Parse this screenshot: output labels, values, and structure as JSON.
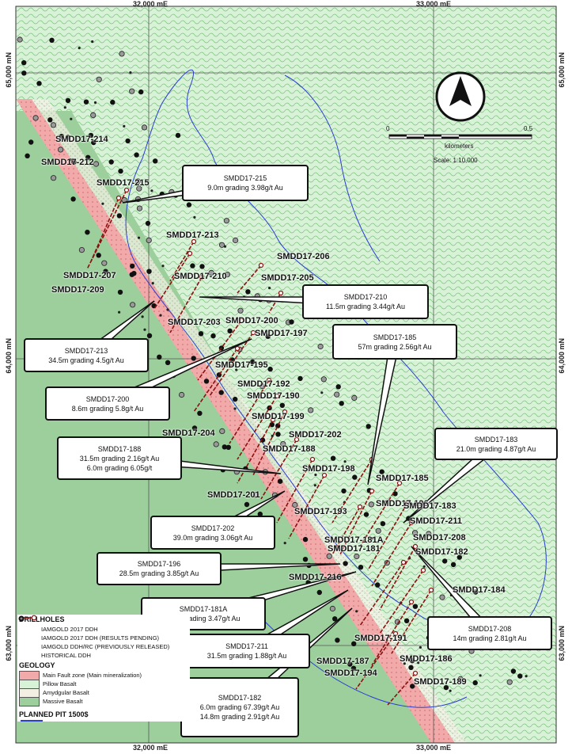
{
  "map": {
    "grid_labels": {
      "top_e1": "32,000 mE",
      "top_e2": "33,000 mE",
      "bottom_e1": "32,000 mE",
      "bottom_e2": "33,000 mE",
      "left_n1": "65,000 mN",
      "left_n2": "64,000 mN",
      "left_n3": "63,000 mN",
      "right_n1": "65,000 mN",
      "right_n2": "64,000 mN",
      "right_n3": "63,000 mN"
    },
    "north_arrow": "N",
    "scale": {
      "min": "0",
      "max": "0.5",
      "unit": "kilometers",
      "ratio": "Scale: 1:10,000"
    },
    "colors": {
      "pillow_basalt": "#d7f2d7",
      "massive_basalt": "#9ccf9c",
      "fault_zone": "#f2a9a9",
      "pit_outline": "#2a3fcf",
      "trace": "#8b1010"
    },
    "holes": [
      "SMDD17-214",
      "SMDD17-212",
      "SMDD17-215",
      "SMDD17-213",
      "SMDD17-207",
      "SMDD17-209",
      "SMDD17-210",
      "SMDD17-206",
      "SMDD17-205",
      "SMDD17-203",
      "SMDD17-200",
      "SMDD17-197",
      "SMDD17-195",
      "SMDD17-192",
      "SMDD17-190",
      "SMDD17-199",
      "SMDD17-204",
      "SMDD17-202",
      "SMDD17-188",
      "SMDD17-198",
      "SMDD17-201",
      "SMDD17-193",
      "SMDD17-185",
      "SMDD17-196",
      "SMDD17-183",
      "SMDD17-211",
      "SMDD17-181A",
      "SMDD17-208",
      "SMDD17-181",
      "SMDD17-182",
      "SMDD17-216",
      "SMDD17-184",
      "SMDD17-191",
      "SMDD17-187",
      "SMDD17-194",
      "SMDD17-186",
      "SMDD17-189"
    ],
    "callouts": [
      {
        "id": "SMDD17-215",
        "lines": [
          "SMDD17-215",
          "9.0m grading 3.98g/t Au"
        ]
      },
      {
        "id": "SMDD17-210",
        "lines": [
          "SMDD17-210",
          "11.5m grading 3.44g/t Au"
        ]
      },
      {
        "id": "SMDD17-185",
        "lines": [
          "SMDD17-185",
          "57m grading 2.56g/t Au"
        ]
      },
      {
        "id": "SMDD17-213",
        "lines": [
          "SMDD17-213",
          "34.5m grading 4.5g/t Au"
        ]
      },
      {
        "id": "SMDD17-200",
        "lines": [
          "SMDD17-200",
          "8.6m grading 5.8g/t Au"
        ]
      },
      {
        "id": "SMDD17-183",
        "lines": [
          "SMDD17-183",
          "21.0m grading 4.87g/t Au"
        ]
      },
      {
        "id": "SMDD17-188",
        "lines": [
          "SMDD17-188",
          "31.5m grading 2.16g/t Au",
          "6.0m grading 6.05g/t"
        ]
      },
      {
        "id": "SMDD17-202",
        "lines": [
          "SMDD17-202",
          "39.0m grading 3.06g/t Au"
        ]
      },
      {
        "id": "SMDD17-196",
        "lines": [
          "SMDD17-196",
          "28.5m grading 3.85g/t Au"
        ]
      },
      {
        "id": "SMDD17-181A",
        "lines": [
          "SMDD17-181A",
          "39.0 grading 3.47g/t Au"
        ]
      },
      {
        "id": "SMDD17-208",
        "lines": [
          "SMDD17-208",
          "14m grading 2.81g/t Au"
        ]
      },
      {
        "id": "SMDD17-211",
        "lines": [
          "SMDD17-211",
          "31.5m grading 1.88g/t Au"
        ]
      },
      {
        "id": "SMDD17-182",
        "lines": [
          "SMDD17-182",
          "6.0m grading 67.39g/t Au",
          "14.8m grading 2.91g/t Au"
        ]
      }
    ]
  },
  "legend": {
    "drillholes_title": "DRILLHOLES",
    "drillholes": [
      "IAMGOLD 2017 DDH",
      "IAMGOLD 2017 DDH (RESULTS PENDING)",
      "IAMGOLD DDH/RC (PREVIOUSLY RELEASED)",
      "HISTORICAL DDH"
    ],
    "geology_title": "GEOLOGY",
    "geology": [
      "Main Fault zone (Main mineralization)",
      "Pillow Basalt",
      "Amydgular Basalt",
      "Massive Basalt"
    ],
    "pit_title": "PLANNED PIT 1500$"
  }
}
